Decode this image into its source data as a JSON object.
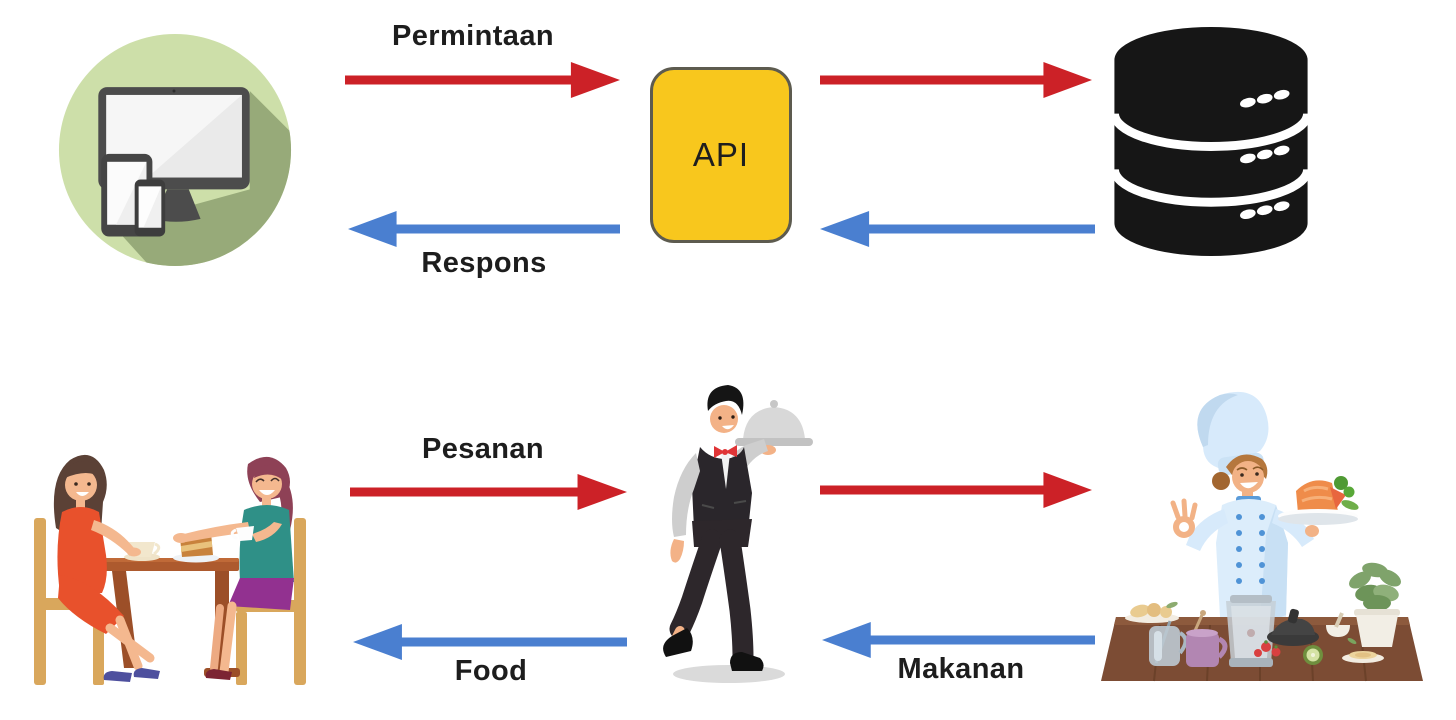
{
  "diagram": {
    "colors": {
      "request_arrow": "#cc2127",
      "response_arrow": "#4a7fd0",
      "api_box_fill": "#f8c71d",
      "api_box_border": "#5d5b4f",
      "label_text": "#1d1d1d"
    },
    "api_flow": {
      "client_icon": "devices-icon",
      "api_box_label": "API",
      "database_icon": "database-icon",
      "request_label": "Permintaan",
      "response_label": "Respons"
    },
    "restaurant_flow": {
      "customers_icon": "customers-dining-icon",
      "waiter_icon": "waiter-icon",
      "chef_icon": "chef-icon",
      "order_label": "Pesanan",
      "food_to_customer_label": "Food",
      "food_from_chef_label": "Makanan"
    }
  }
}
